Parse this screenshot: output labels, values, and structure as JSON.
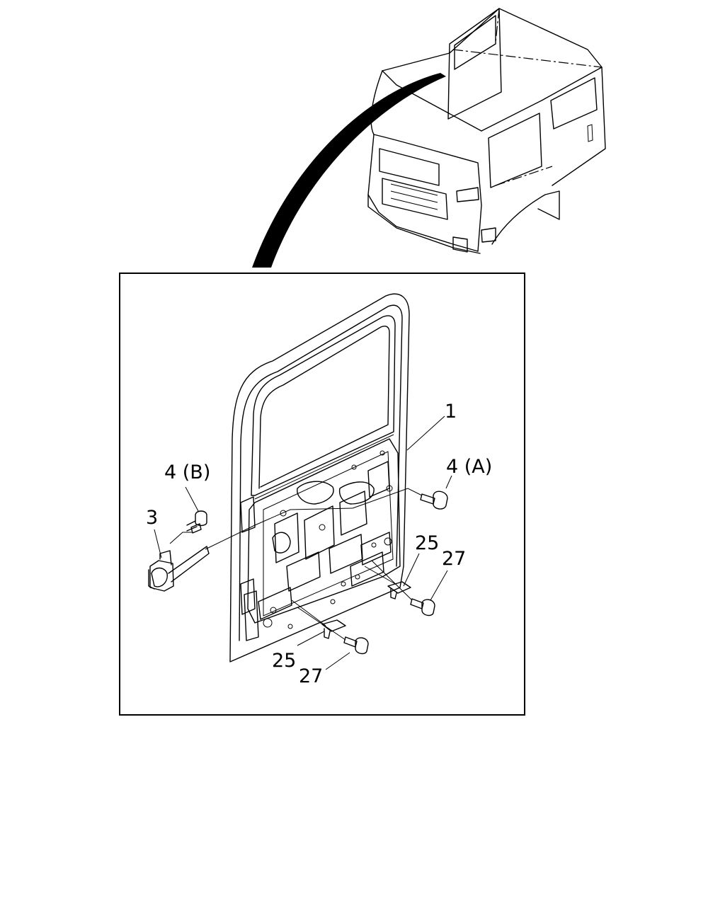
{
  "callouts": {
    "door_panel": "1",
    "hinge": "3",
    "bolt_b": "4 (B)",
    "bolt_a": "4 (A)",
    "striker_upper": "25",
    "screw_upper": "27",
    "striker_lower": "25",
    "screw_lower": "27"
  }
}
